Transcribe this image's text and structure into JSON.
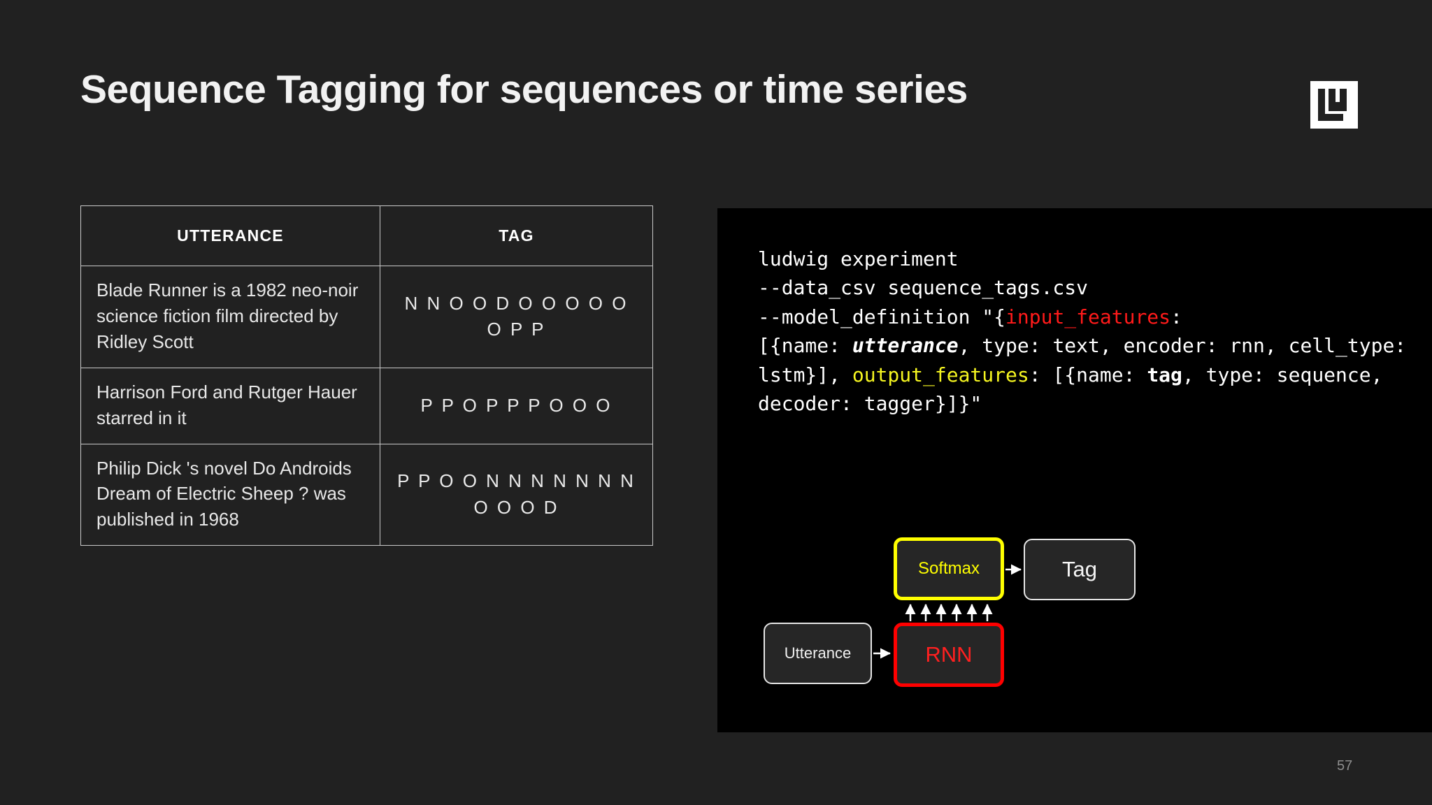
{
  "slide": {
    "title": "Sequence Tagging for sequences or time series",
    "page_number": "57",
    "background_color": "#212121",
    "logo_name": "ludwig-logo"
  },
  "table": {
    "columns": [
      "UTTERANCE",
      "TAG"
    ],
    "rows": [
      {
        "utterance": "Blade Runner is a 1982 neo-noir science fiction film directed by Ridley Scott",
        "tag": "N N O O D O O O O O O P P"
      },
      {
        "utterance": "Harrison Ford and Rutger Hauer starred in it",
        "tag": "P P O P P P O O O"
      },
      {
        "utterance": "Philip Dick 's novel Do Androids Dream of Electric Sheep ? was published in 1968",
        "tag": "P P O O N N N N N N N O O O D"
      }
    ]
  },
  "code": {
    "background_color": "#000000",
    "accent_red": "#ff1a1a",
    "accent_yellow": "#f5f520",
    "line1": "ludwig experiment",
    "line2": "--data_csv sequence_tags.csv",
    "line3_prefix": "--model_definition \"{",
    "line3_key": "input_features",
    "line3_suffix": ":",
    "line4_a": "[{name: ",
    "line4_utterance": "utterance",
    "line4_b": ", type: text, encoder: rnn, cell_type: lstm}], ",
    "line4_output": "output_features",
    "line4_c": ": [{name: ",
    "line4_tag": "tag",
    "line4_d": ", type: sequence, decoder: tagger}]}\""
  },
  "diagram": {
    "utterance_label": "Utterance",
    "rnn_label": "RNN",
    "softmax_label": "Softmax",
    "tag_label": "Tag",
    "rnn_color": "#ff0000",
    "softmax_color": "#ffff00",
    "wire_count": 6
  }
}
